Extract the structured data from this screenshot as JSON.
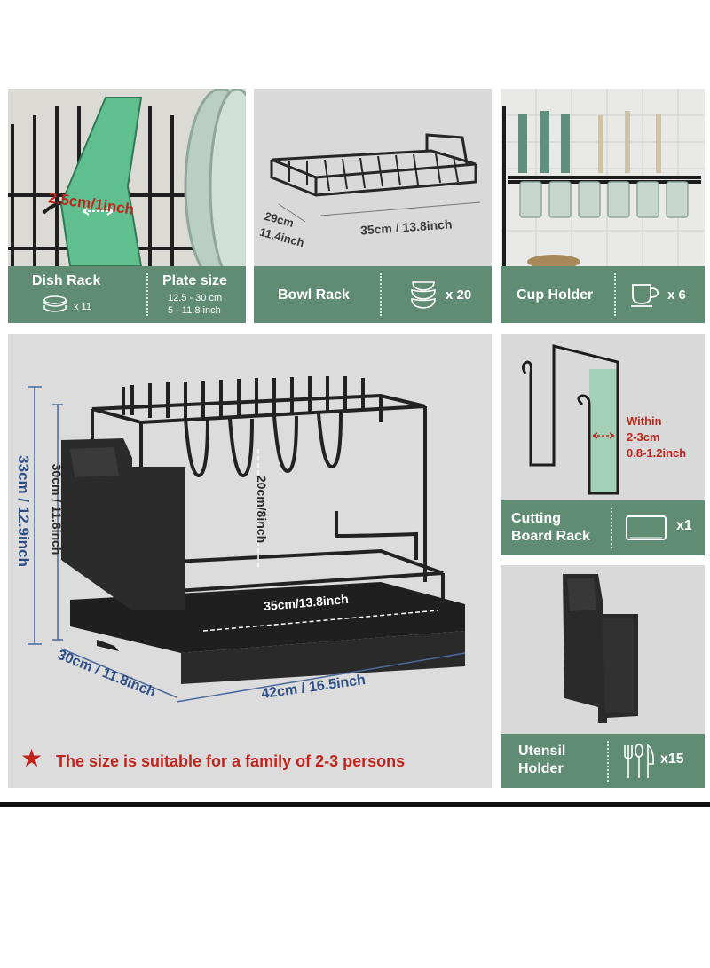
{
  "dish_rack": {
    "gap_label": "2.5cm/1inch",
    "label": "Dish Rack",
    "plate_size_title": "Plate size",
    "plate_size_cm": "12.5 - 30 cm",
    "plate_size_inch": "5 - 11.8 inch",
    "count": "x 11",
    "icon": "plates-stack-icon"
  },
  "bowl_rack": {
    "depth_cm": "29cm",
    "depth_inch": "11.4inch",
    "width": "35cm / 13.8inch",
    "label": "Bowl Rack",
    "count": "x 20",
    "icon": "bowls-stack-icon"
  },
  "cup_holder": {
    "label": "Cup Holder",
    "count": "x 6",
    "icon": "cup-icon"
  },
  "main_rack": {
    "height_total": "33cm / 12.9inch",
    "height_inner": "30cm / 11.8inch",
    "height_tier": "20cm/8inch",
    "inner_width": "35cm/13.8inch",
    "depth": "30cm / 11.8inch",
    "width": "42cm / 16.5inch",
    "note": "The size is suitable for a family of 2-3 persons",
    "note_icon": "star-icon"
  },
  "cutting_board": {
    "within": "Within",
    "range_cm": "2-3cm",
    "range_inch": "0.8-1.2inch",
    "label_line1": "Cutting",
    "label_line2": "Board Rack",
    "count": "x1",
    "icon": "board-icon"
  },
  "utensil_holder": {
    "label_line1": "Utensil",
    "label_line2": "Holder",
    "count": "x15",
    "icon": "utensils-icon"
  },
  "colors": {
    "band": "#5f8c72",
    "panel": "#d9d9d9",
    "accent_red": "#c0251d",
    "dim_blue": "#2e4e86"
  }
}
